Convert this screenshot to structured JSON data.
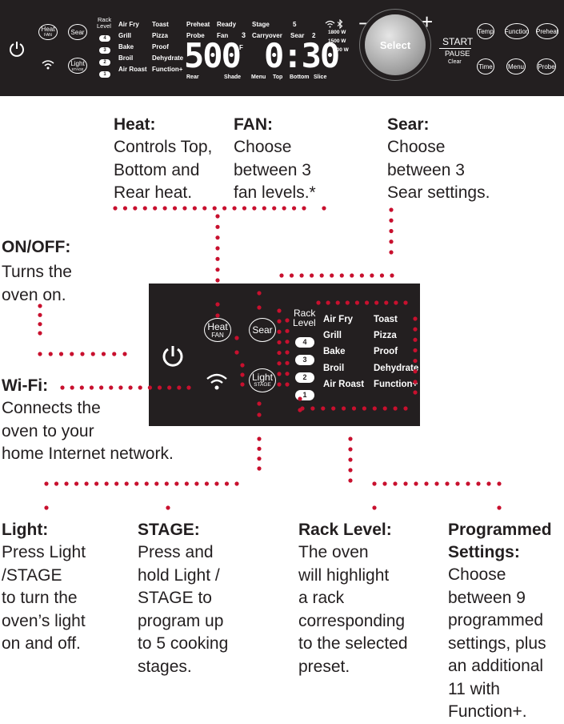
{
  "colors": {
    "panel": "#231f20",
    "accent_dots": "#c8102e",
    "text": "#231f20",
    "panel_text": "#ffffff"
  },
  "panel": {
    "heat_label": "Heat",
    "fan_label": "FAN",
    "sear_label": "Sear",
    "light_label": "Light",
    "stage_label": "STAGE",
    "rack_label_line1": "Rack",
    "rack_label_line2": "Level",
    "rack_levels": [
      "4",
      "3",
      "2",
      "1"
    ],
    "presets_col1": [
      "Air Fry",
      "Grill",
      "Bake",
      "Broil",
      "Air Roast"
    ],
    "presets_col2": [
      "Toast",
      "Pizza",
      "Proof",
      "Dehydrate",
      "Function+"
    ],
    "preheat": "Preheat",
    "ready": "Ready",
    "probe": "Probe",
    "fan": "Fan",
    "fan_level": "3",
    "stage": "Stage",
    "stage_num": "5",
    "carryover": "Carryover",
    "sear": "Sear",
    "sear_num": "2",
    "temp_display": "500",
    "temp_unit": "F",
    "time_display": "0:30",
    "rear": "Rear",
    "shade": "Shade",
    "menu_top": "Menu",
    "top": "Top",
    "bottom": "Bottom",
    "slice": "Slice",
    "w1800": "1800 W",
    "w1500": "1500 W",
    "w700": "700 W",
    "dial_label": "Select",
    "minus": "−",
    "plus": "+",
    "start": "START",
    "pause": "PAUSE",
    "clear": "Clear",
    "right_buttons": [
      "Temp",
      "Function",
      "Preheat",
      "Time",
      "Menu",
      "Probe"
    ]
  },
  "callouts": {
    "heat": {
      "title": "Heat:",
      "body": "Controls Top,\nBottom and\nRear heat."
    },
    "fan": {
      "title": "FAN:",
      "body": "Choose\nbetween 3\nfan levels.*"
    },
    "sear": {
      "title": "Sear:",
      "body": "Choose\nbetween 3\nSear settings."
    },
    "onoff": {
      "title": "ON/OFF:",
      "body": "Turns the\noven on."
    },
    "wifi": {
      "title": "Wi-Fi:",
      "body": "Connects the\noven to your\nhome Internet network."
    },
    "light": {
      "title": "Light:",
      "body": "Press Light\n/STAGE\nto turn the\noven’s light\non and off."
    },
    "stage": {
      "title": "STAGE:",
      "body": "Press and\nhold Light /\nSTAGE to\nprogram up\nto 5 cooking\nstages."
    },
    "rack": {
      "title": "Rack Level:",
      "body": "The oven\nwill highlight\na rack\ncorresponding\nto the selected\npreset."
    },
    "programmed": {
      "title_line1": "Programmed",
      "title_line2": "Settings:",
      "body": "Choose\nbetween 9\nprogrammed\nsettings, plus\nan additional\n11 with\nFunction+."
    }
  }
}
